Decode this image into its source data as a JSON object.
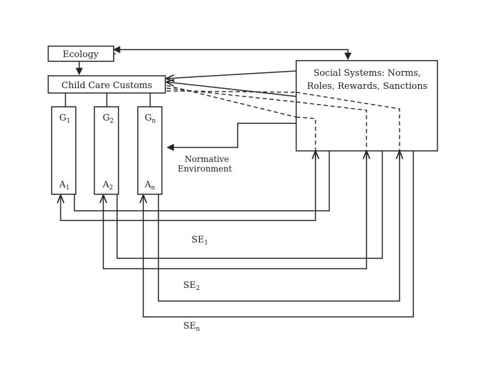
{
  "diagram": {
    "ecology": "Ecology",
    "child_care_customs": "Child Care Customs",
    "social_systems": [
      "Social Systems:  Norms,",
      "Roles, Rewards, Sanctions"
    ],
    "normative_environment": [
      "Normative",
      "Environment"
    ],
    "columns": [
      {
        "top": "G",
        "top_sub": "1",
        "bottom": "A",
        "bottom_sub": "1"
      },
      {
        "top": "G",
        "top_sub": "2",
        "bottom": "A",
        "bottom_sub": "2"
      },
      {
        "top": "G",
        "top_sub": "n",
        "bottom": "A",
        "bottom_sub": "n"
      }
    ],
    "loops": [
      {
        "base": "SE",
        "sub": "1"
      },
      {
        "base": "SE",
        "sub": "2"
      },
      {
        "base": "SE",
        "sub": "n"
      }
    ]
  }
}
